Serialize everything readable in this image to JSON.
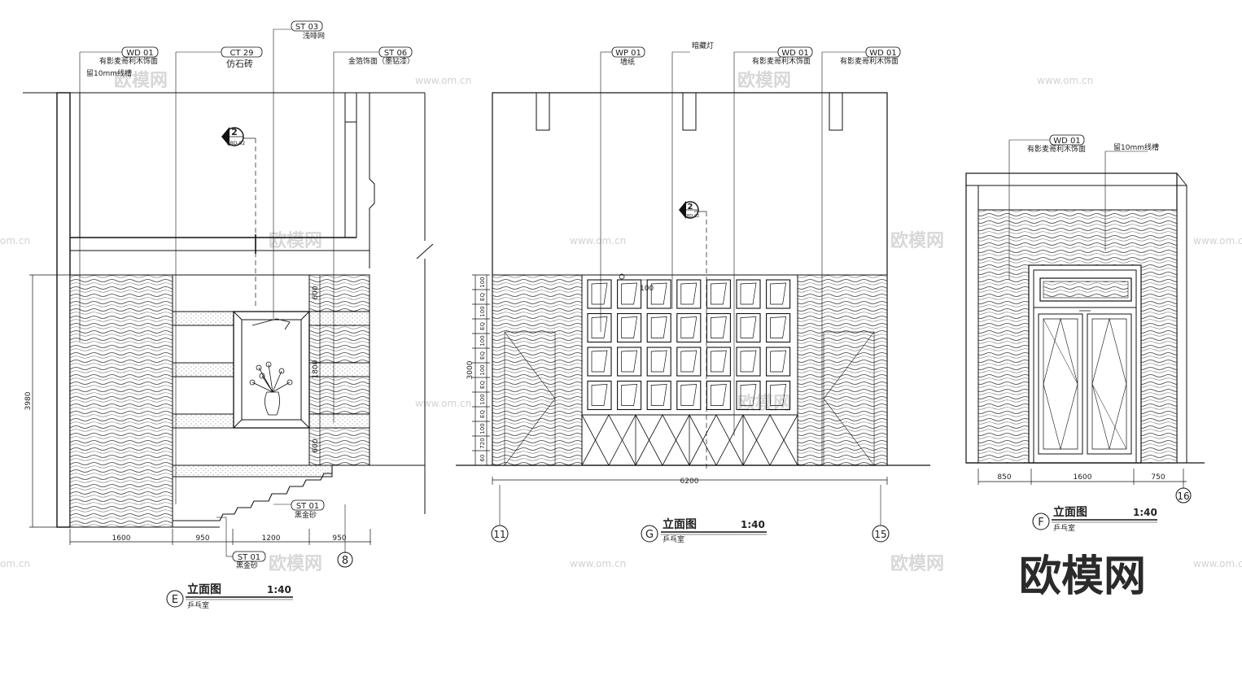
{
  "brand": "欧模网",
  "watermarks": {
    "url": "www.om.cn",
    "short_url": "om.cn",
    "cn": "欧模网"
  },
  "elevation_e": {
    "tags": {
      "wd01": "WD 01",
      "ct29": "CT 29",
      "st03": "ST 03",
      "st06": "ST 06",
      "st01a": "ST 01",
      "st01b": "ST 01"
    },
    "notes": {
      "wd01": "有影麦哥利木饰面",
      "ct29": "仿石砖",
      "st03": "浅啡网",
      "st06": "金箔饰面（墨钻漆）",
      "trim": "留10mm线槽",
      "st01a": "黑金砂",
      "st01b": "黑金砂"
    },
    "section_num": "2",
    "section_ref": "SBD-02",
    "dims_bottom": [
      "1600",
      "950",
      "1200",
      "950"
    ],
    "dim_height": "3980",
    "dims_right": [
      "600",
      "1800",
      "600"
    ],
    "grid": "8",
    "title": "立面图",
    "scale": "1:40",
    "sub": "乒乓室",
    "letter": "E"
  },
  "elevation_g": {
    "tags": {
      "wp01": "WP 01",
      "wd01a": "WD 01",
      "wd01b": "WD 01"
    },
    "notes": {
      "wp01": "墙纸",
      "light": "暗藏灯",
      "wd01a": "有影麦哥利木饰面",
      "wd01b": "有影麦哥利木饰面"
    },
    "section_num": "2",
    "section_ref": "SBD-02",
    "dim_height": "3000",
    "dims_left": [
      "100",
      "EQ",
      "100",
      "EQ",
      "100",
      "EQ",
      "100",
      "EQ",
      "100",
      "EQ",
      "100",
      "720",
      "60"
    ],
    "cell_dim": "100",
    "dim_width": "6200",
    "grid_left": "11",
    "grid_right": "15",
    "title": "立面图",
    "scale": "1:40",
    "sub": "乒乓室",
    "letter": "G"
  },
  "elevation_f": {
    "tags": {
      "wd01": "WD 01"
    },
    "notes": {
      "wd01": "有影麦哥利木饰面",
      "trim": "留10mm线槽"
    },
    "dims_bottom": [
      "850",
      "1600",
      "750"
    ],
    "grid": "16",
    "title": "立面图",
    "scale": "1:40",
    "sub": "乒乓室",
    "letter": "F"
  }
}
